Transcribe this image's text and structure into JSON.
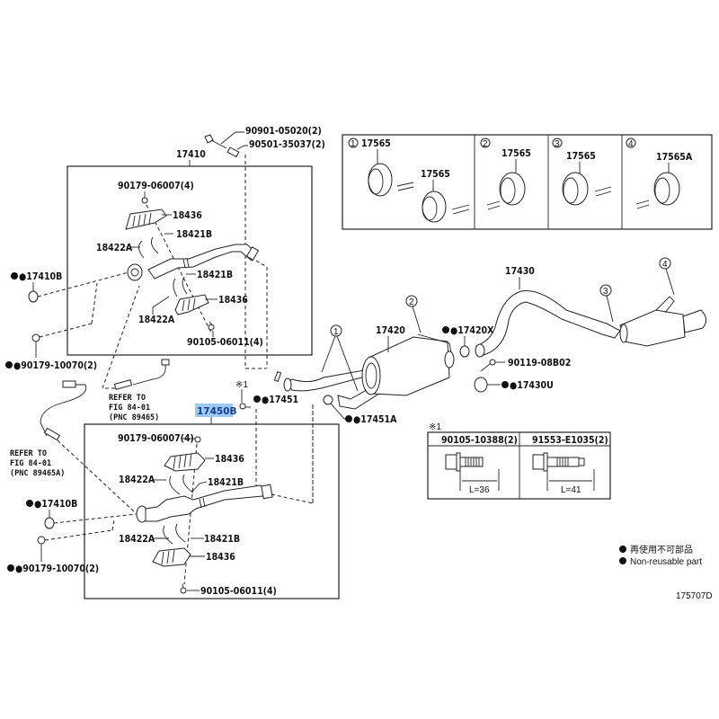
{
  "diagram": {
    "figure_id": "175707D",
    "highlighted_part": "17450B",
    "highlight_color": "#9cc9f3",
    "legend": {
      "symbol": "●",
      "line_jp": "再使用不可部品",
      "line_en": "Non-reusable part"
    },
    "top_bolts": {
      "bolt": "90901-05020(2)",
      "spring": "90501-35037(2)"
    },
    "upper_assembly": {
      "label": "17410",
      "nut_top": "90179-06007(4)",
      "insulator_top": "18436",
      "bracket_b_top": "18421B",
      "bracket_a_top": "18422A",
      "bracket_b_bottom": "18421B",
      "insulator_bottom": "18436",
      "bracket_a_bottom": "18422A",
      "bolt_bottom": "90105-06011(4)"
    },
    "left_upper": {
      "gasket": "●17410B",
      "nut": "●90179-10070(2)"
    },
    "sensor_refs": [
      {
        "line1": "REFER TO",
        "line2": "FIG 84-01",
        "line3": "(PNC 89465)"
      },
      {
        "line1": "REFER TO",
        "line2": "FIG 84-01",
        "line3": "(PNC 89465A)"
      }
    ],
    "lower_assembly": {
      "label": "17450B",
      "nut_top": "90179-06007(4)",
      "insulator_top": "18436",
      "bracket_a_top": "18422A",
      "bracket_b_top": "18421B",
      "bracket_a_bottom": "18422A",
      "bracket_b_bottom": "18421B",
      "insulator_bottom": "18436",
      "bolt_bottom": "90105-06011(4)"
    },
    "left_lower": {
      "gasket": "●17410B",
      "nut": "●90179-10070(2)"
    },
    "note_mark": "※1",
    "center_parts": {
      "gasket_17451": "●17451",
      "gasket_17451a": "●17451A",
      "muffler": "17420",
      "gasket_17420x": "●17420X",
      "bolt": "90119-08B02",
      "clamp": "●17430U",
      "tail_pipe": "17430"
    },
    "callouts": [
      "1",
      "2",
      "3",
      "4"
    ],
    "hanger_panels": [
      {
        "num": "1",
        "parts": [
          "17565",
          "17565"
        ]
      },
      {
        "num": "2",
        "parts": [
          "17565"
        ]
      },
      {
        "num": "3",
        "parts": [
          "17565"
        ]
      },
      {
        "num": "4",
        "parts": [
          "17565A"
        ]
      }
    ],
    "bolt_table": {
      "note": "※1",
      "columns": [
        {
          "part": "90105-10388(2)",
          "length": "L=36"
        },
        {
          "part": "91553-E1035(2)",
          "length": "L=41"
        }
      ]
    }
  }
}
